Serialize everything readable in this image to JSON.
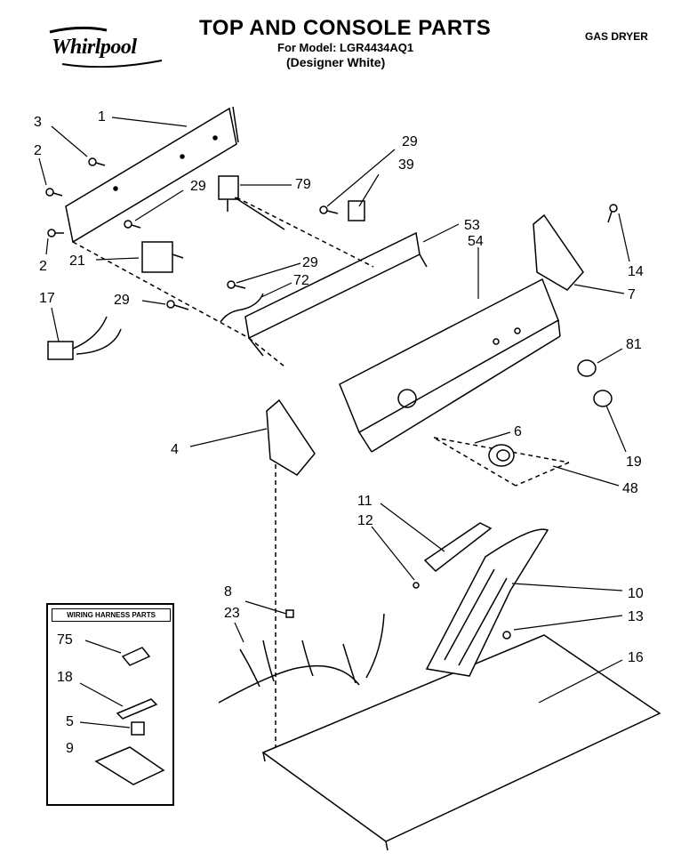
{
  "header": {
    "title": "TOP AND CONSOLE PARTS",
    "model": "For Model: LGR4434AQ1",
    "variant": "(Designer White)",
    "product": "GAS DRYER",
    "brand": "Whirlpool"
  },
  "harness_panel": {
    "title": "WIRING HARNESS PARTS"
  },
  "callouts": {
    "c1": "1",
    "c2a": "2",
    "c2b": "2",
    "c3": "3",
    "c4": "4",
    "c5": "5",
    "c6": "6",
    "c7": "7",
    "c8": "8",
    "c9": "9",
    "c10": "10",
    "c11": "11",
    "c12": "12",
    "c13": "13",
    "c14": "14",
    "c16": "16",
    "c17": "17",
    "c18": "18",
    "c19": "19",
    "c21": "21",
    "c23": "23",
    "c29a": "29",
    "c29b": "29",
    "c29c": "29",
    "c29d": "29",
    "c39": "39",
    "c48": "48",
    "c53": "53",
    "c54": "54",
    "c72": "72",
    "c75": "75",
    "c79": "79",
    "c81": "81"
  }
}
